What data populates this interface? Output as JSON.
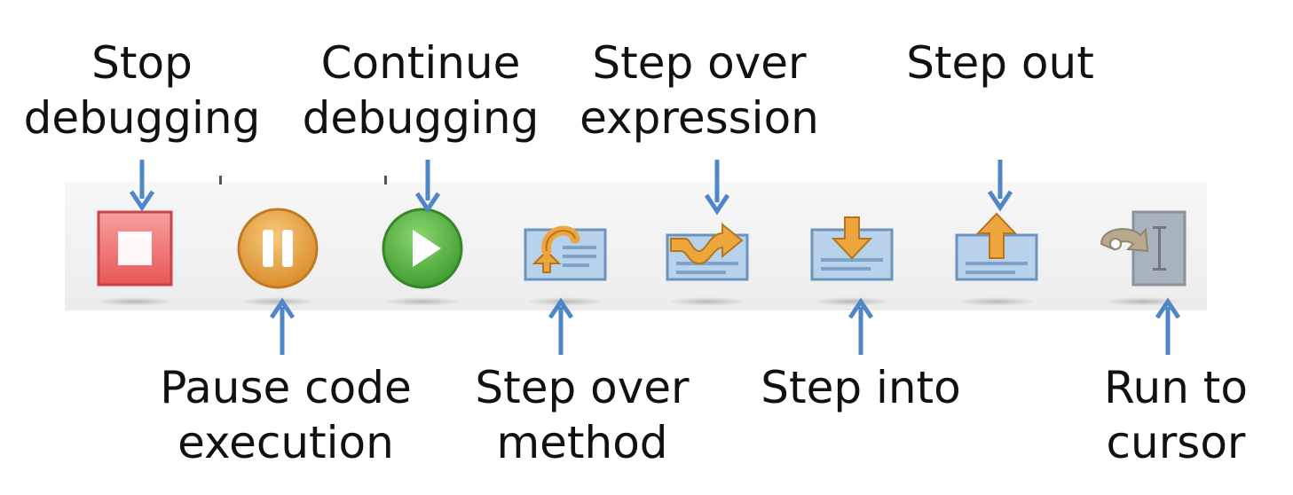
{
  "labels": {
    "stop": [
      "Stop",
      "debugging"
    ],
    "continue": [
      "Continue",
      "debugging"
    ],
    "step_over_expression": [
      "Step over",
      "expression"
    ],
    "step_out": [
      "Step out"
    ],
    "pause": [
      "Pause code",
      "execution"
    ],
    "step_over_method": [
      "Step over",
      "method"
    ],
    "step_into": [
      "Step into"
    ],
    "run_to_cursor": [
      "Run to",
      "cursor"
    ]
  },
  "colors": {
    "arrow": "#4f86c6",
    "stop": "#ef6d6d",
    "pause": "#e19a3c",
    "continue": "#4daa3c",
    "step": "#e8a33d",
    "panel": "#a9c7e6",
    "disabled": "#9aa3ad"
  },
  "icons": {
    "stop": "stop-icon",
    "pause": "pause-icon",
    "continue": "play-icon",
    "step_over_method": "step-over-method-icon",
    "step_over_expression": "step-over-expression-icon",
    "step_into": "step-into-icon",
    "step_out": "step-out-icon",
    "run_to_cursor": "run-to-cursor-icon"
  }
}
